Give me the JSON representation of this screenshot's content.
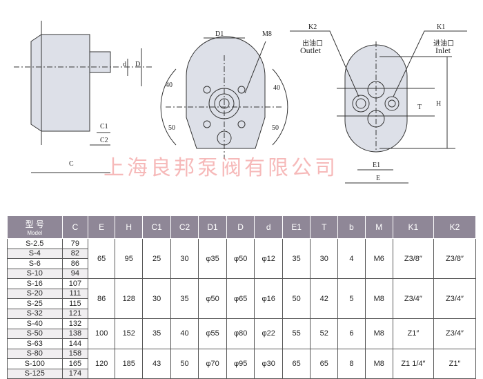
{
  "drawing": {
    "labels": {
      "d1": "D1",
      "m8": "M8",
      "k2": "K2",
      "k1": "K1",
      "outlet_cn": "出油口",
      "outlet": "Outlet",
      "inlet_cn": "进油口",
      "inlet": "Inlet",
      "h": "H",
      "e": "E",
      "e1": "E1",
      "c": "C",
      "c1": "C1",
      "c2": "C2",
      "d": "d",
      "dd": "D",
      "t": "T",
      "a40l": "40",
      "a40r": "40",
      "a50l": "50",
      "a50r": "50"
    },
    "watermark": "上海良邦泵阀有限公司"
  },
  "table": {
    "headers": [
      {
        "t": "型 号",
        "s": "Model"
      },
      {
        "t": "C"
      },
      {
        "t": "E"
      },
      {
        "t": "H"
      },
      {
        "t": "C1"
      },
      {
        "t": "C2"
      },
      {
        "t": "D1"
      },
      {
        "t": "D"
      },
      {
        "t": "d"
      },
      {
        "t": "E1"
      },
      {
        "t": "T"
      },
      {
        "t": "b"
      },
      {
        "t": "M"
      },
      {
        "t": "K1"
      },
      {
        "t": "K2"
      }
    ],
    "groups": [
      {
        "models": [
          [
            "S-2.5",
            "79"
          ],
          [
            "S-4",
            "82"
          ],
          [
            "S-6",
            "86"
          ],
          [
            "S-10",
            "94"
          ]
        ],
        "vals": [
          "65",
          "95",
          "25",
          "30",
          "φ35",
          "φ50",
          "φ12",
          "35",
          "30",
          "4",
          "M6",
          "Z3/8″",
          "Z3/8″"
        ]
      },
      {
        "models": [
          [
            "S-16",
            "107"
          ],
          [
            "S-20",
            "111"
          ],
          [
            "S-25",
            "115"
          ],
          [
            "S-32",
            "121"
          ]
        ],
        "vals": [
          "86",
          "128",
          "30",
          "35",
          "φ50",
          "φ65",
          "φ16",
          "50",
          "42",
          "5",
          "M8",
          "Z3/4″",
          "Z3/4″"
        ]
      },
      {
        "models": [
          [
            "S-40",
            "132"
          ],
          [
            "S-50",
            "138"
          ],
          [
            "S-63",
            "144"
          ]
        ],
        "vals": [
          "100",
          "152",
          "35",
          "40",
          "φ55",
          "φ80",
          "φ22",
          "55",
          "52",
          "6",
          "M8",
          "Z1″",
          "Z3/4″"
        ]
      },
      {
        "models": [
          [
            "S-80",
            "158"
          ],
          [
            "S-100",
            "165"
          ],
          [
            "S-125",
            "174"
          ]
        ],
        "vals": [
          "120",
          "185",
          "43",
          "50",
          "φ70",
          "φ95",
          "φ30",
          "65",
          "65",
          "8",
          "M8",
          "Z1 1/4″",
          "Z1″"
        ]
      }
    ]
  }
}
